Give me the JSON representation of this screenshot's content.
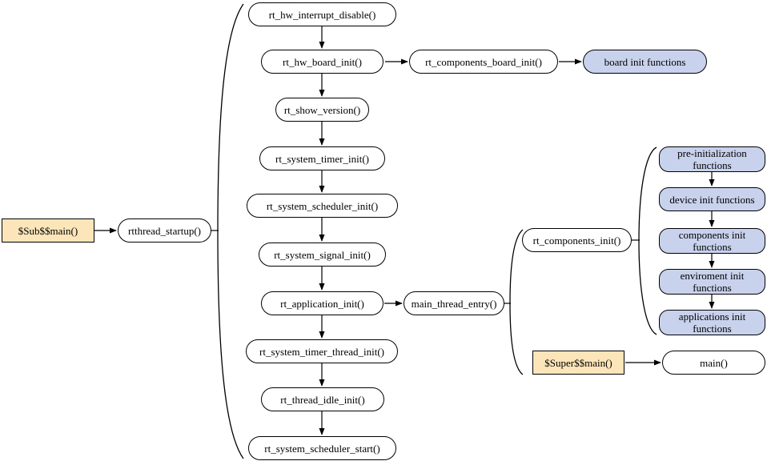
{
  "diagram": {
    "type": "flowchart",
    "description": "RT-Thread startup sequence diagram"
  },
  "colors": {
    "node_fill": "#ffffff",
    "entry_fill": "#fce5b8",
    "group_fill": "#c8d2ec",
    "border": "#000000",
    "line": "#000000"
  },
  "nodes": {
    "sub_main": {
      "label": "$Sub$$main()",
      "kind": "entry"
    },
    "rtthread_startup": {
      "label": "rtthread_startup()",
      "kind": "function"
    },
    "rt_hw_interrupt_disable": {
      "label": "rt_hw_interrupt_disable()",
      "kind": "function"
    },
    "rt_hw_board_init": {
      "label": "rt_hw_board_init()",
      "kind": "function"
    },
    "rt_components_board_init": {
      "label": "rt_components_board_init()",
      "kind": "function"
    },
    "board_init_functions": {
      "label": "board init functions",
      "kind": "group"
    },
    "rt_show_version": {
      "label": "rt_show_version()",
      "kind": "function"
    },
    "rt_system_timer_init": {
      "label": "rt_system_timer_init()",
      "kind": "function"
    },
    "rt_system_scheduler_init": {
      "label": "rt_system_scheduler_init()",
      "kind": "function"
    },
    "rt_system_signal_init": {
      "label": "rt_system_signal_init()",
      "kind": "function"
    },
    "rt_application_init": {
      "label": "rt_application_init()",
      "kind": "function"
    },
    "main_thread_entry": {
      "label": "main_thread_entry()",
      "kind": "function"
    },
    "rt_components_init": {
      "label": "rt_components_init()",
      "kind": "function"
    },
    "pre_initialization_functions": {
      "label": "pre-initialization functions",
      "kind": "group"
    },
    "device_init_functions": {
      "label": "device init functions",
      "kind": "group"
    },
    "components_init_functions": {
      "label": "components init functions",
      "kind": "group"
    },
    "enviroment_init_functions": {
      "label": "enviroment init functions",
      "kind": "group"
    },
    "applications_init_functions": {
      "label": "applications init functions",
      "kind": "group"
    },
    "super_main": {
      "label": "$Super$$main()",
      "kind": "entry"
    },
    "main": {
      "label": "main()",
      "kind": "function"
    },
    "rt_system_timer_thread_init": {
      "label": "rt_system_timer_thread_init()",
      "kind": "function"
    },
    "rt_thread_idle_init": {
      "label": "rt_thread_idle_init()",
      "kind": "function"
    },
    "rt_system_scheduler_start": {
      "label": "rt_system_scheduler_start()",
      "kind": "function"
    }
  },
  "edges": [
    [
      "sub_main",
      "rtthread_startup"
    ],
    [
      "rtthread_startup",
      "startup-sequence-brace"
    ],
    [
      "rt_hw_interrupt_disable",
      "rt_hw_board_init"
    ],
    [
      "rt_hw_board_init",
      "rt_components_board_init"
    ],
    [
      "rt_components_board_init",
      "board_init_functions"
    ],
    [
      "rt_hw_board_init",
      "rt_show_version"
    ],
    [
      "rt_show_version",
      "rt_system_timer_init"
    ],
    [
      "rt_system_timer_init",
      "rt_system_scheduler_init"
    ],
    [
      "rt_system_scheduler_init",
      "rt_system_signal_init"
    ],
    [
      "rt_system_signal_init",
      "rt_application_init"
    ],
    [
      "rt_application_init",
      "main_thread_entry"
    ],
    [
      "main_thread_entry",
      "main-thread-brace"
    ],
    [
      "rt_components_init",
      "components-brace"
    ],
    [
      "pre_initialization_functions",
      "device_init_functions"
    ],
    [
      "device_init_functions",
      "components_init_functions"
    ],
    [
      "components_init_functions",
      "enviroment_init_functions"
    ],
    [
      "enviroment_init_functions",
      "applications_init_functions"
    ],
    [
      "super_main",
      "main"
    ],
    [
      "rt_application_init",
      "rt_system_timer_thread_init"
    ],
    [
      "rt_system_timer_thread_init",
      "rt_thread_idle_init"
    ],
    [
      "rt_thread_idle_init",
      "rt_system_scheduler_start"
    ]
  ]
}
